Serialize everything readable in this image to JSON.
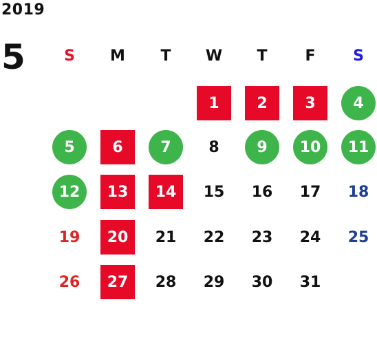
{
  "year": "2019",
  "month": "5",
  "weekdays": [
    {
      "label": "S",
      "color": "#e8102a"
    },
    {
      "label": "M",
      "color": "#111111"
    },
    {
      "label": "T",
      "color": "#111111"
    },
    {
      "label": "W",
      "color": "#111111"
    },
    {
      "label": "T",
      "color": "#111111"
    },
    {
      "label": "F",
      "color": "#111111"
    },
    {
      "label": "S",
      "color": "#1a1ae6"
    }
  ],
  "days": [
    {
      "day": "1",
      "style": "holiday"
    },
    {
      "day": "2",
      "style": "holiday"
    },
    {
      "day": "3",
      "style": "holiday"
    },
    {
      "day": "4",
      "style": "circle"
    },
    {
      "day": "5",
      "style": "circle"
    },
    {
      "day": "6",
      "style": "holiday"
    },
    {
      "day": "7",
      "style": "circle"
    },
    {
      "day": "8",
      "style": "plain"
    },
    {
      "day": "9",
      "style": "circle"
    },
    {
      "day": "10",
      "style": "circle"
    },
    {
      "day": "11",
      "style": "circle"
    },
    {
      "day": "12",
      "style": "circle"
    },
    {
      "day": "13",
      "style": "holiday"
    },
    {
      "day": "14",
      "style": "holiday"
    },
    {
      "day": "15",
      "style": "plain"
    },
    {
      "day": "16",
      "style": "plain"
    },
    {
      "day": "17",
      "style": "plain"
    },
    {
      "day": "18",
      "style": "sat"
    },
    {
      "day": "19",
      "style": "sun"
    },
    {
      "day": "20",
      "style": "holiday"
    },
    {
      "day": "21",
      "style": "plain"
    },
    {
      "day": "22",
      "style": "plain"
    },
    {
      "day": "23",
      "style": "plain"
    },
    {
      "day": "24",
      "style": "plain"
    },
    {
      "day": "25",
      "style": "sat"
    },
    {
      "day": "26",
      "style": "sun"
    },
    {
      "day": "27",
      "style": "holiday"
    },
    {
      "day": "28",
      "style": "plain"
    },
    {
      "day": "29",
      "style": "plain"
    },
    {
      "day": "30",
      "style": "plain"
    },
    {
      "day": "31",
      "style": "plain"
    }
  ],
  "first_weekday_index": 3
}
